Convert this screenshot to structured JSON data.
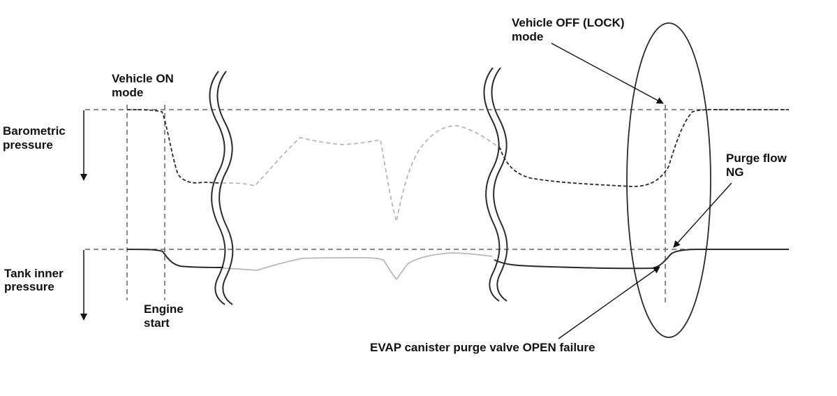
{
  "labels": {
    "vehicle_on_1": "Vehicle ON",
    "vehicle_on_2": "mode",
    "vehicle_off_1": "Vehicle OFF (LOCK)",
    "vehicle_off_2": "mode",
    "barometric_1": "Barometric",
    "barometric_2": "pressure",
    "tank_1": "Tank inner",
    "tank_2": "pressure",
    "engine_1": "Engine",
    "engine_2": "start",
    "purge_1": "Purge flow",
    "purge_2": "NG",
    "evap": "EVAP canister purge valve OPEN failure"
  },
  "colors": {
    "line": "#2a2a2a",
    "dash": "#666666",
    "ghost": "#b8b8b8"
  }
}
